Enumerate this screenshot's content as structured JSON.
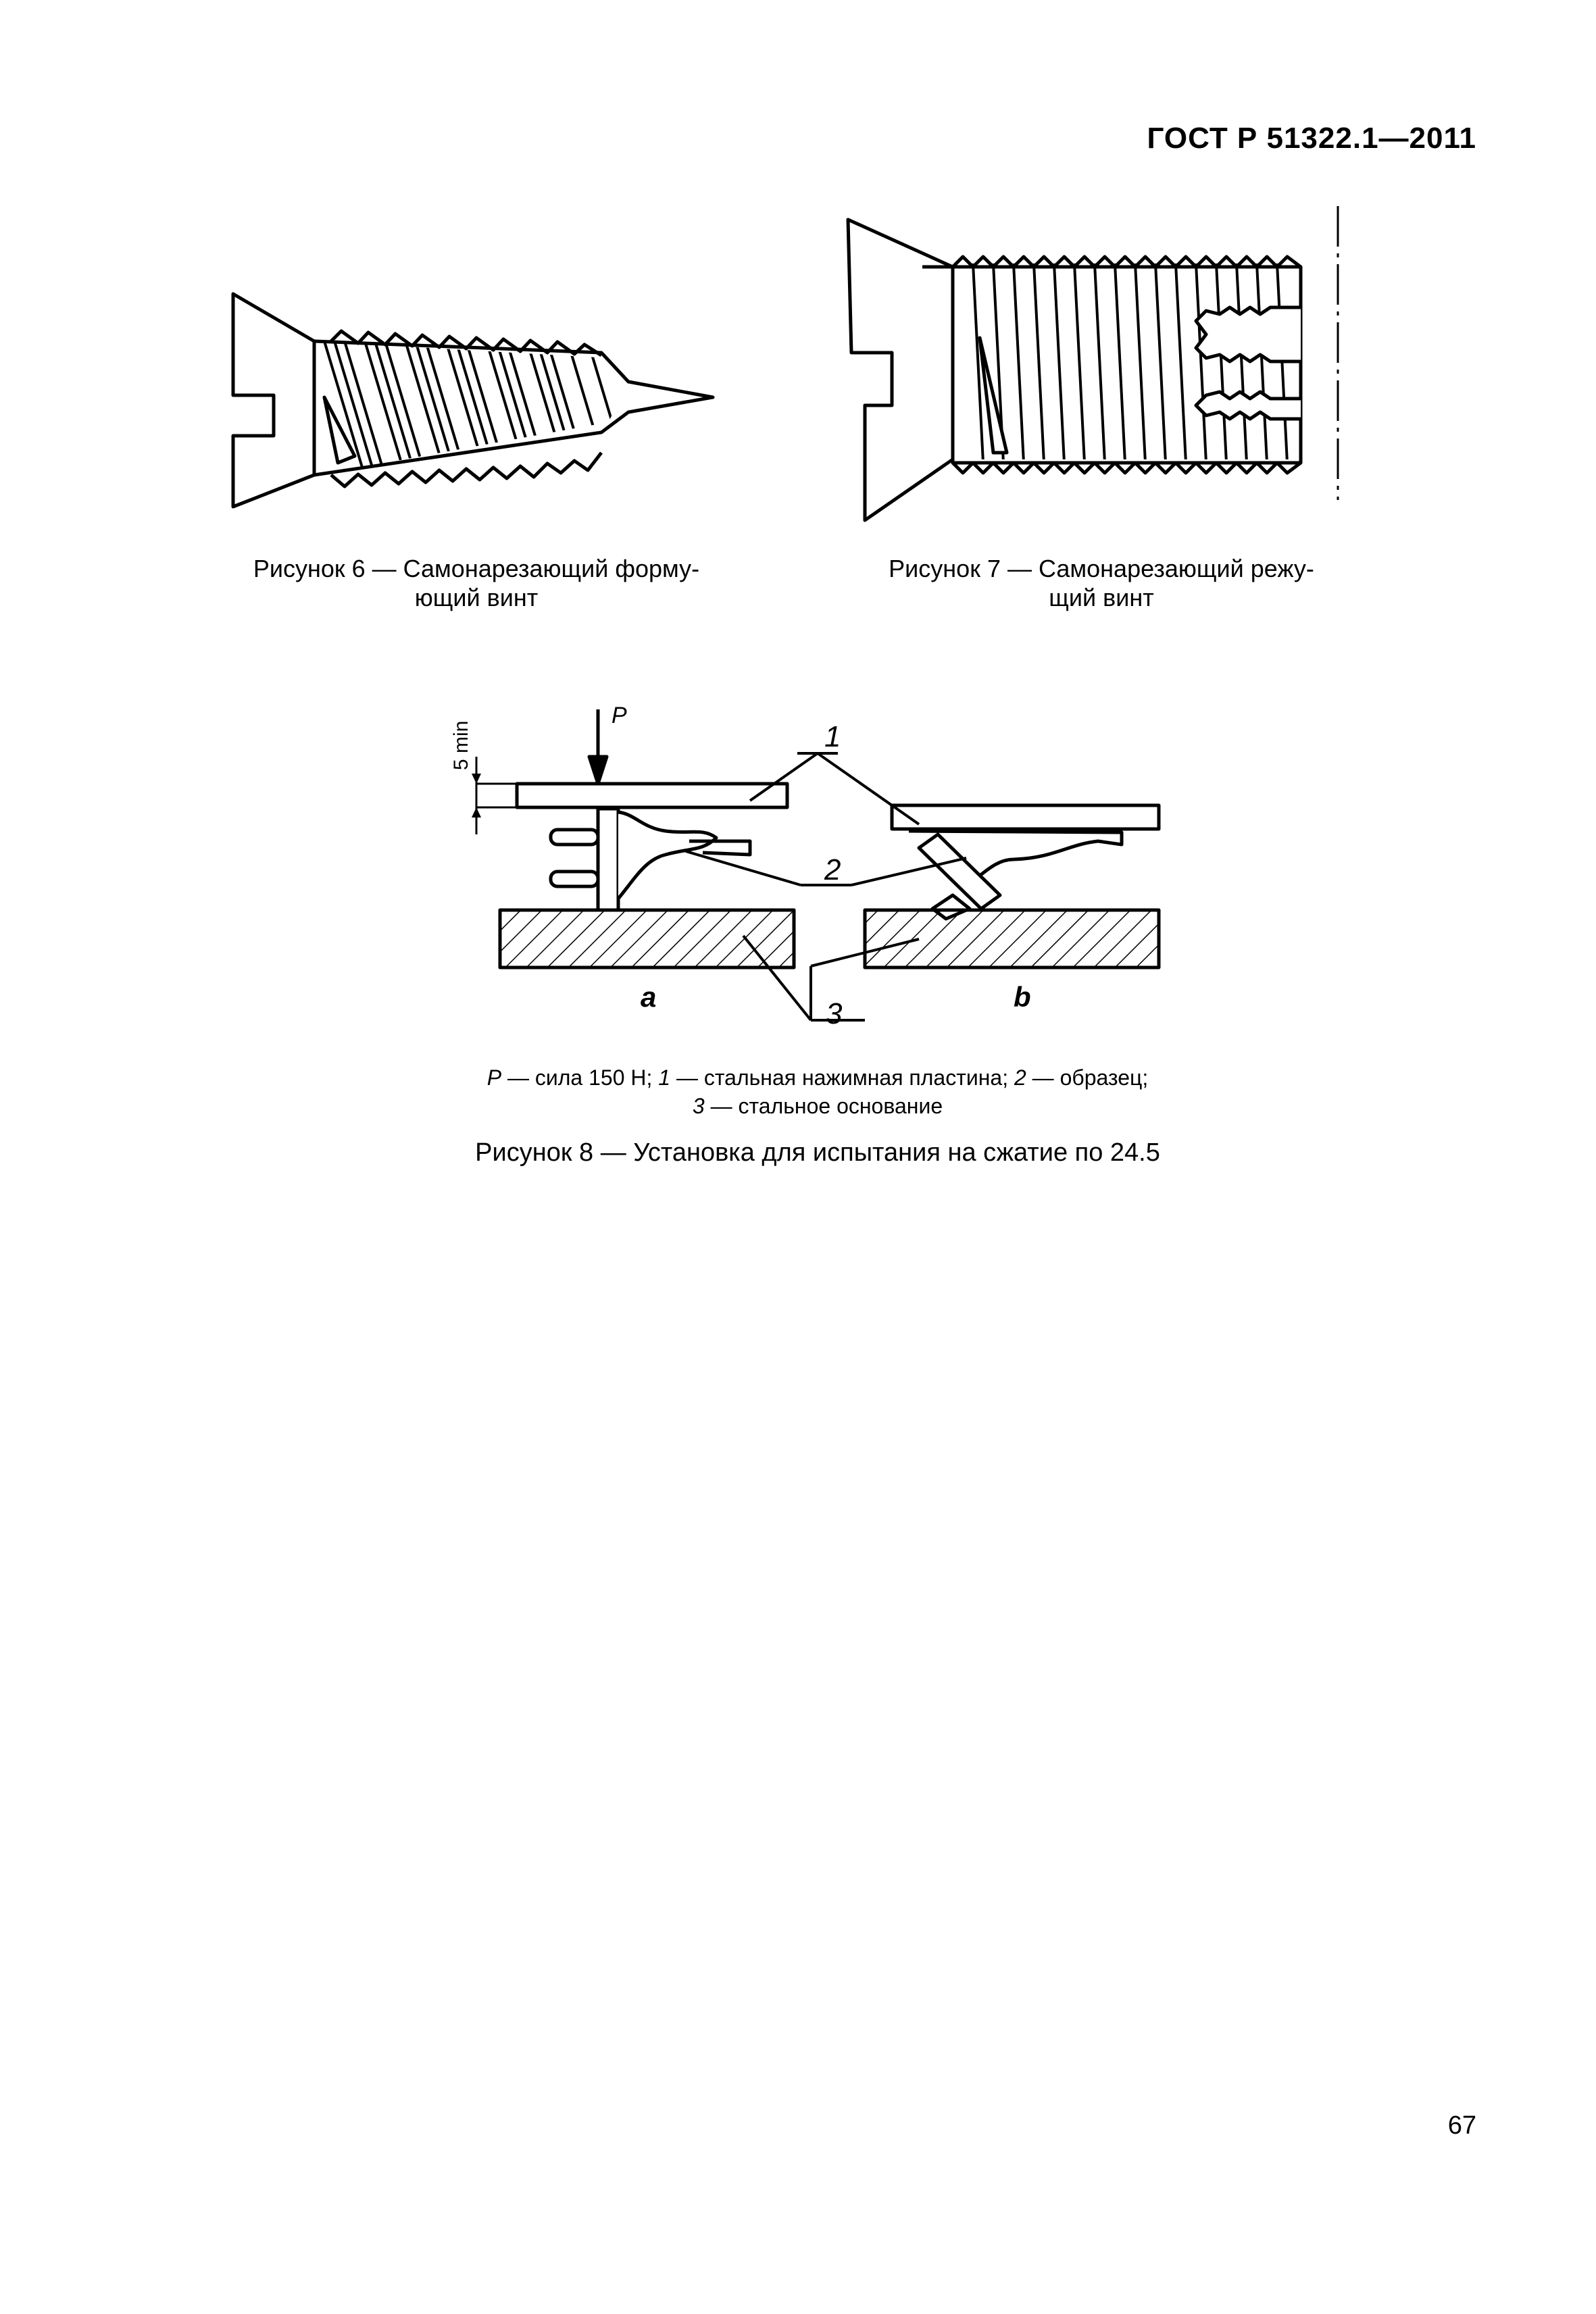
{
  "header": {
    "doc_id": "ГОСТ Р 51322.1—2011"
  },
  "figure6": {
    "caption_line1": "Рисунок 6 — Самонарезающий форму-",
    "caption_line2": "ющий винт"
  },
  "figure7": {
    "caption_line1": "Рисунок 7 — Самонарезающий режу-",
    "caption_line2": "щий винт"
  },
  "figure8": {
    "label_p": "P",
    "label_5min": "5 min",
    "label_1": "1",
    "label_2": "2",
    "label_3": "3",
    "label_a": "a",
    "label_b": "b",
    "legend": {
      "p_sym": "P",
      "p_text": " — сила 150 Н; ",
      "n1": "1",
      "t1": " — стальная нажимная пластина; ",
      "n2": "2",
      "t2": " — образец;",
      "n3": "3",
      "t3": " — стальное основание"
    },
    "caption": "Рисунок 8 — Установка для испытания на сжатие по 24.5"
  },
  "page_number": "67"
}
